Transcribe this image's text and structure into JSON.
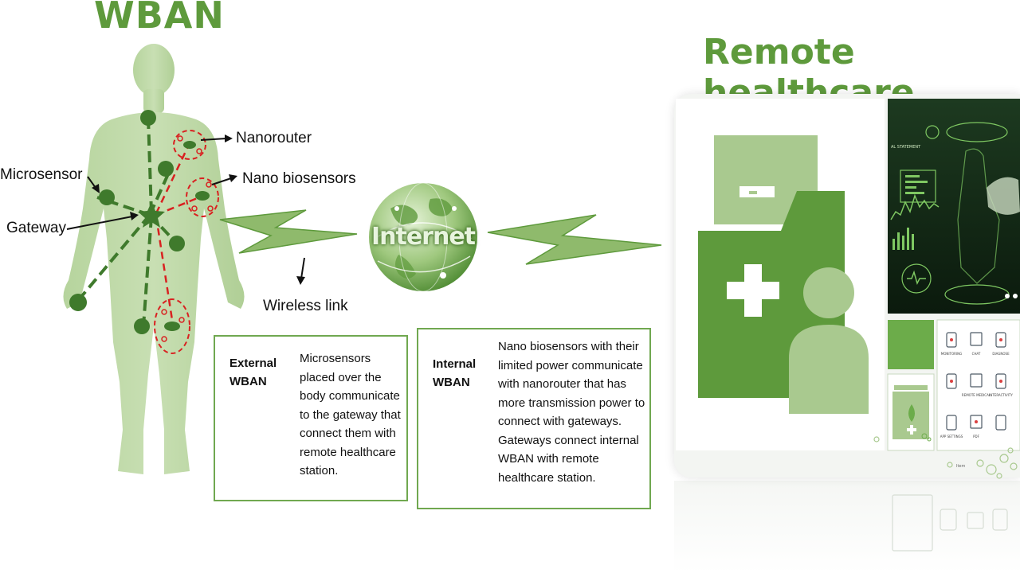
{
  "titles": {
    "wban": "WBAN",
    "remote": "Remote healthcare"
  },
  "labels": {
    "nanorouter": "Nanorouter",
    "nano_biosensors": "Nano biosensors",
    "microsensor": "Microsensor",
    "gateway": "Gateway",
    "wireless_link": "Wireless link",
    "internet": "Internet"
  },
  "external_box": {
    "heading": [
      "External",
      "WBAN"
    ],
    "description": [
      "Microsensors",
      "placed over the",
      "body communicate",
      "to the gateway that",
      "connect them with",
      "remote healthcare",
      "station."
    ]
  },
  "internal_box": {
    "heading": [
      "Internal",
      "WBAN"
    ],
    "description": [
      "Nano biosensors with their",
      "limited power communicate",
      "with nanorouter that has",
      "more transmission power to",
      "connect with gateways.",
      "Gateways connect internal",
      "WBAN with remote",
      "healthcare station."
    ]
  },
  "dashboard": {
    "statement": "AL STATEMENT",
    "app_tiles": [
      "MONITORING",
      "CHAT",
      "DIAGNOSE",
      "",
      "REMOTE MEDICAL",
      "INTERACTIVITY",
      "APP SETTINGS",
      "PDF",
      ""
    ],
    "item_text": "Item"
  },
  "colors": {
    "green_dark": "#3f7a2c",
    "green_mid": "#5e9a3c",
    "green_light": "#a9c98f",
    "red_dash": "#d92020",
    "box_border": "#70a850"
  }
}
